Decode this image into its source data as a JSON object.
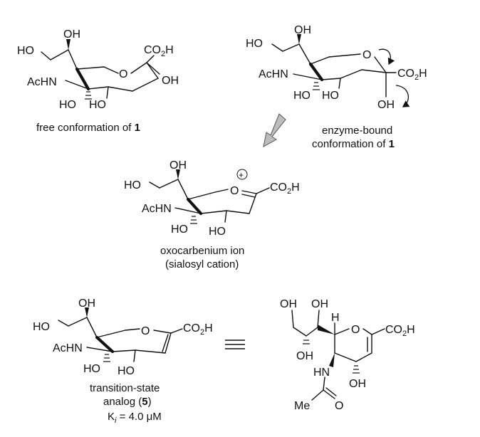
{
  "labels": {
    "oh": "OH",
    "ho": "HO",
    "achn": "AcHN",
    "co2h_main": "CO",
    "co2h_sub": "2",
    "co2h_tail": "H",
    "o": "O",
    "h": "H",
    "hn": "HN",
    "me": "Me",
    "plus": "+"
  },
  "captions": {
    "free": "free conformation of ",
    "free_num": "1",
    "enzyme_line1": "enzyme-bound",
    "enzyme_line2": "conformation of ",
    "enzyme_num": "1",
    "oxo_line1": "oxocarbenium ion",
    "oxo_line2": "(sialosyl cation)",
    "ts_line1": "transition-state",
    "ts_line2_pre": "analog (",
    "ts_num": "5",
    "ts_line2_post": ")",
    "ki_k": "K",
    "ki_sub": "i",
    "ki_rest": " = 4.0 μM"
  },
  "symbols": {
    "equivalence": "≡"
  }
}
